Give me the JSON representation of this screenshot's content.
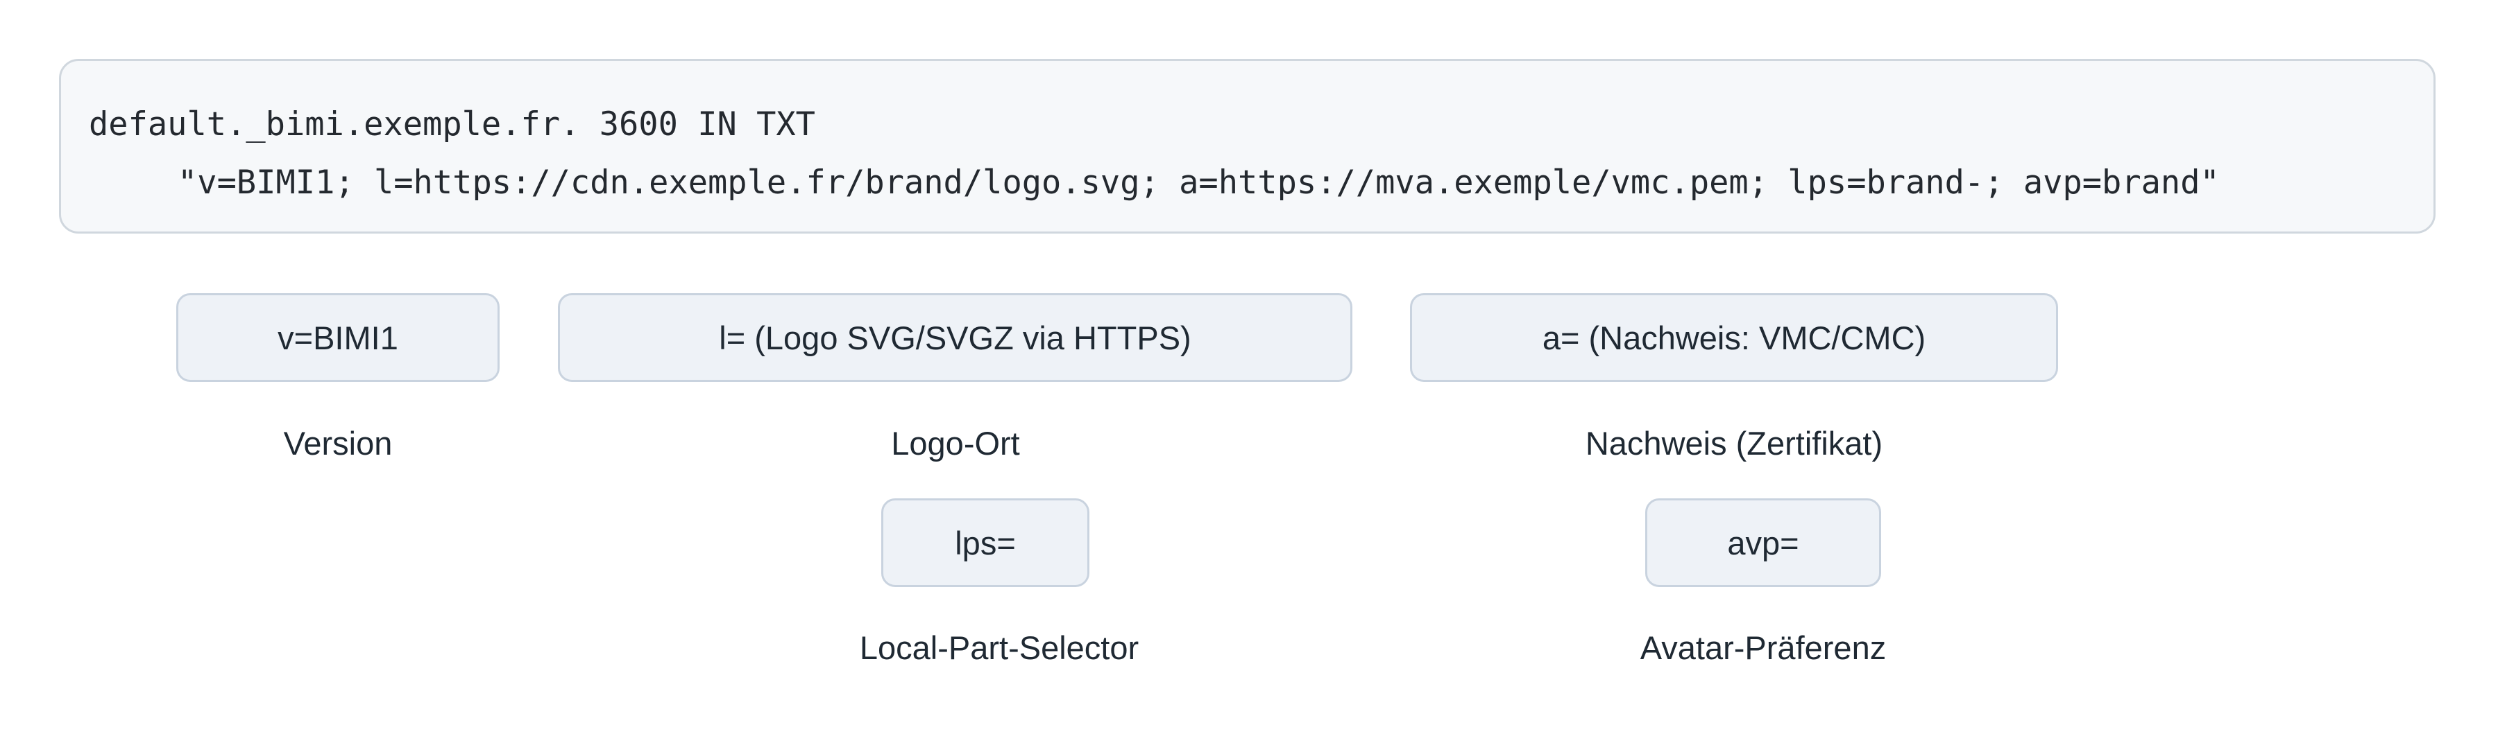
{
  "record": {
    "line1": "default._bimi.exemple.fr. 3600 IN TXT",
    "line2": "\"v=BIMI1; l=https://cdn.exemple.fr/brand/logo.svg; a=https://mva.exemple/vmc.pem; lps=brand-; avp=brand\""
  },
  "tags": [
    {
      "tag": "v=BIMI1",
      "caption": "Version"
    },
    {
      "tag": "l= (Logo SVG/SVGZ via HTTPS)",
      "caption": "Logo-Ort"
    },
    {
      "tag": "a= (Nachweis: VMC/CMC)",
      "caption": "Nachweis (Zertifikat)"
    },
    {
      "tag": "lps=",
      "caption": "Local-Part-Selector"
    },
    {
      "tag": "avp=",
      "caption": "Avatar-Präferenz"
    }
  ]
}
